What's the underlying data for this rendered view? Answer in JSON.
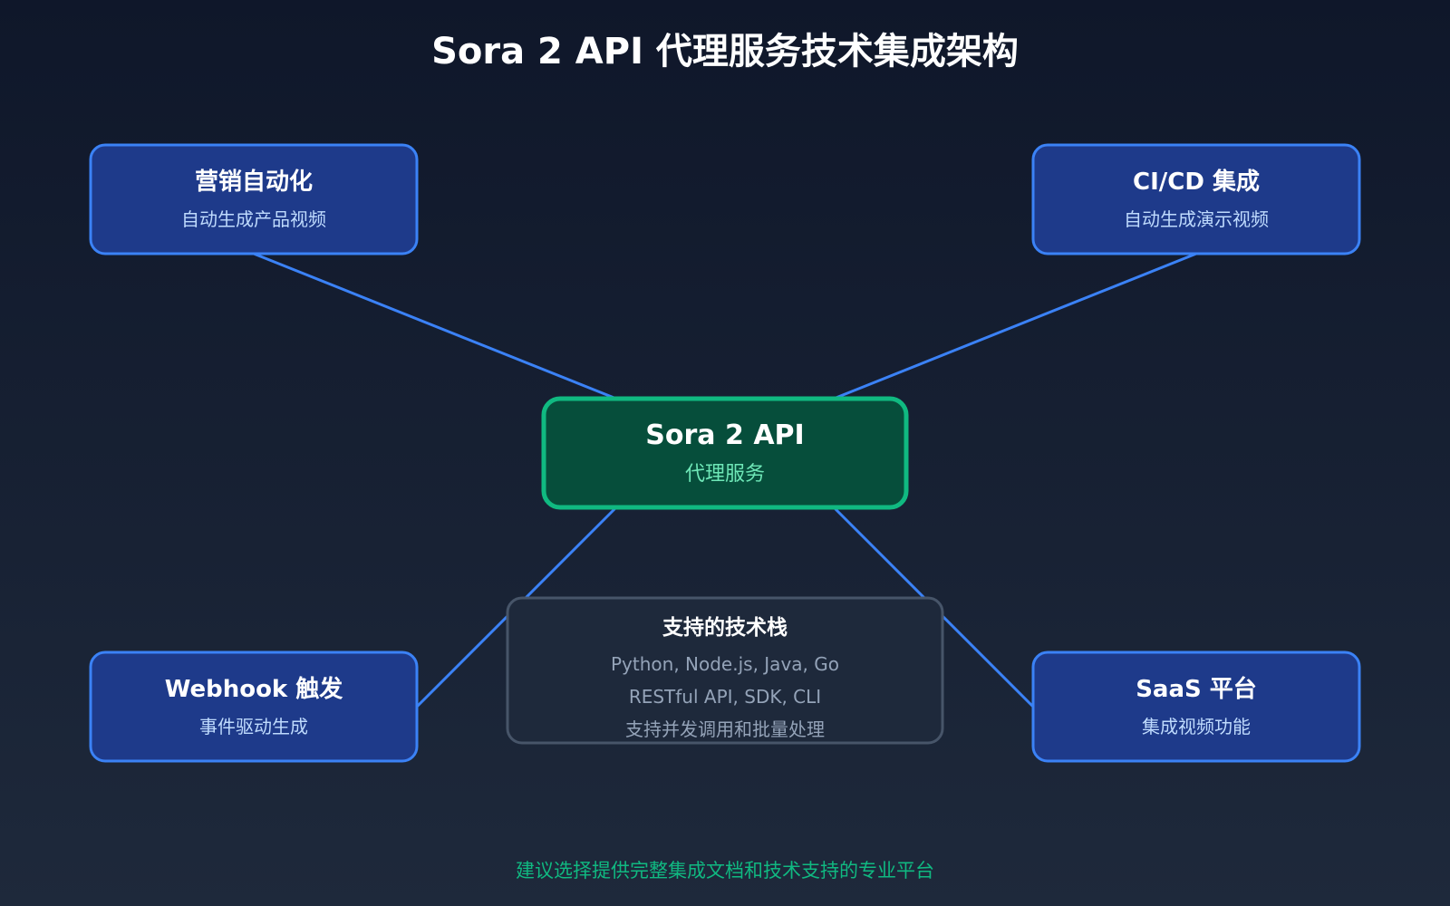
{
  "title": "Sora 2 API 代理服务技术集成架构",
  "center": {
    "title": "Sora 2 API",
    "subtitle": "代理服务"
  },
  "nodes": [
    {
      "title": "营销自动化",
      "subtitle": "自动生成产品视频"
    },
    {
      "title": "CI/CD 集成",
      "subtitle": "自动生成演示视频"
    },
    {
      "title": "Webhook 触发",
      "subtitle": "事件驱动生成"
    },
    {
      "title": "SaaS 平台",
      "subtitle": "集成视频功能"
    }
  ],
  "tech_stack": {
    "title": "支持的技术栈",
    "lines": [
      "Python, Node.js, Java, Go",
      "RESTful API, SDK, CLI",
      "支持并发调用和批量处理"
    ]
  },
  "footer": "建议选择提供完整集成文档和技术支持的专业平台",
  "colors": {
    "accent": "#3b82f6",
    "center": "#10b981",
    "node_fill": "#1e3a8a",
    "center_fill": "#064e3b"
  }
}
